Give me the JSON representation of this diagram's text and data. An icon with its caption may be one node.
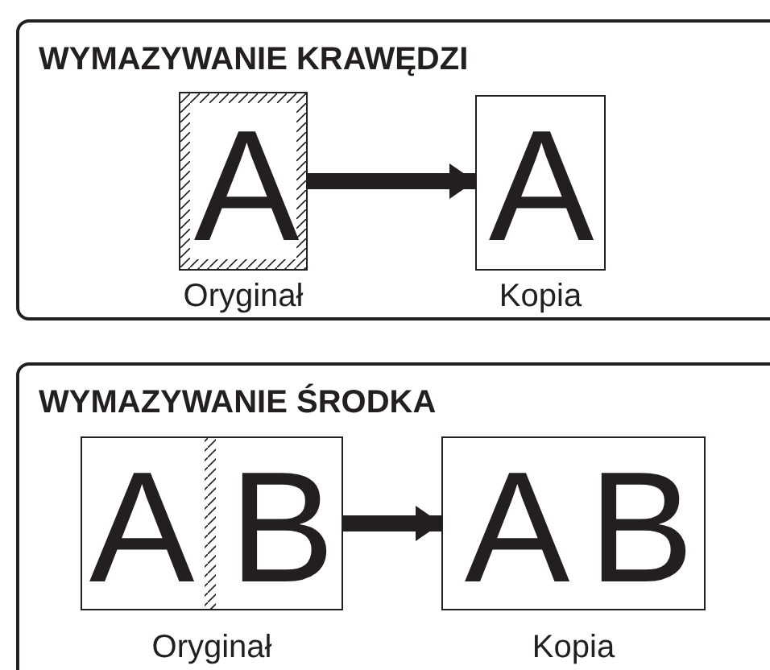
{
  "diagram": {
    "nodes": [
      {
        "text": [
          "WYMAZYWANIE KRAWĘDZI"
        ]
      },
      {
        "text": [
          "A"
        ],
        "in": 0,
        "beside": [
          "Oryginał"
        ]
      },
      {
        "text": [
          "A"
        ],
        "in": 0,
        "beside": [
          "Kopia"
        ]
      },
      {
        "text": [
          "WYMAZYWANIE ŚRODKA"
        ]
      },
      {
        "text": [
          "A",
          "B"
        ],
        "in": 3,
        "beside": [
          "Oryginał"
        ]
      },
      {
        "text": [
          "A",
          "B"
        ],
        "in": 3,
        "beside": [
          "Kopia"
        ]
      }
    ],
    "edges": [
      {
        "from": 1,
        "to": 2,
        "arrow": "to"
      },
      {
        "from": 4,
        "to": 5,
        "arrow": "to"
      }
    ]
  }
}
